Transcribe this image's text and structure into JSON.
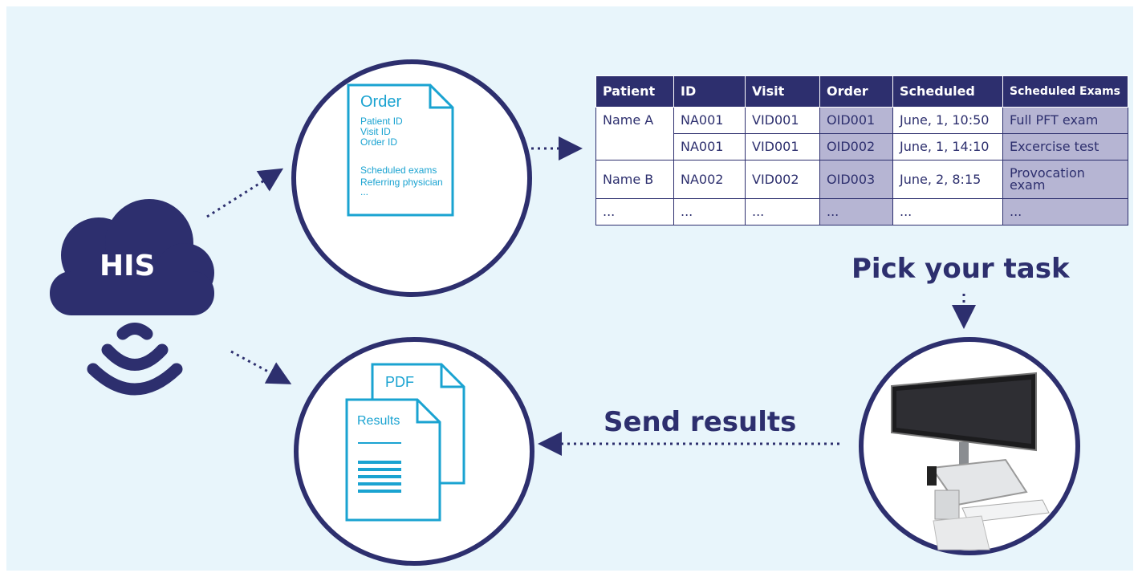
{
  "cloud": {
    "label": "HIS"
  },
  "order_doc": {
    "title": "Order",
    "fields": [
      "Patient ID",
      "Visit ID",
      "Order ID"
    ],
    "fields2": [
      "Scheduled exams",
      "Referring physician",
      "..."
    ]
  },
  "results_doc": {
    "front_title": "Results",
    "back_title": "PDF"
  },
  "labels": {
    "pick_task": "Pick your task",
    "send_results": "Send results"
  },
  "table": {
    "headers": [
      "Patient",
      "ID",
      "Visit",
      "Order",
      "Scheduled",
      "Scheduled Exams"
    ],
    "rows": [
      [
        "Name A",
        "NA001",
        "VID001",
        "OID001",
        "June, 1, 10:50",
        "Full PFT exam"
      ],
      [
        "",
        "NA001",
        "VID001",
        "OID002",
        "June, 1, 14:10",
        "Excercise test"
      ],
      [
        "Name B",
        "NA002",
        "VID002",
        "OID003",
        "June, 2, 8:15",
        "Provocation exam"
      ],
      [
        "...",
        "...",
        "...",
        "...",
        "...",
        "..."
      ]
    ]
  },
  "colors": {
    "navy": "#2d2f6e",
    "cyan": "#1aa3d1",
    "background": "#e8f5fb",
    "highlight": "#b6b5d3"
  }
}
